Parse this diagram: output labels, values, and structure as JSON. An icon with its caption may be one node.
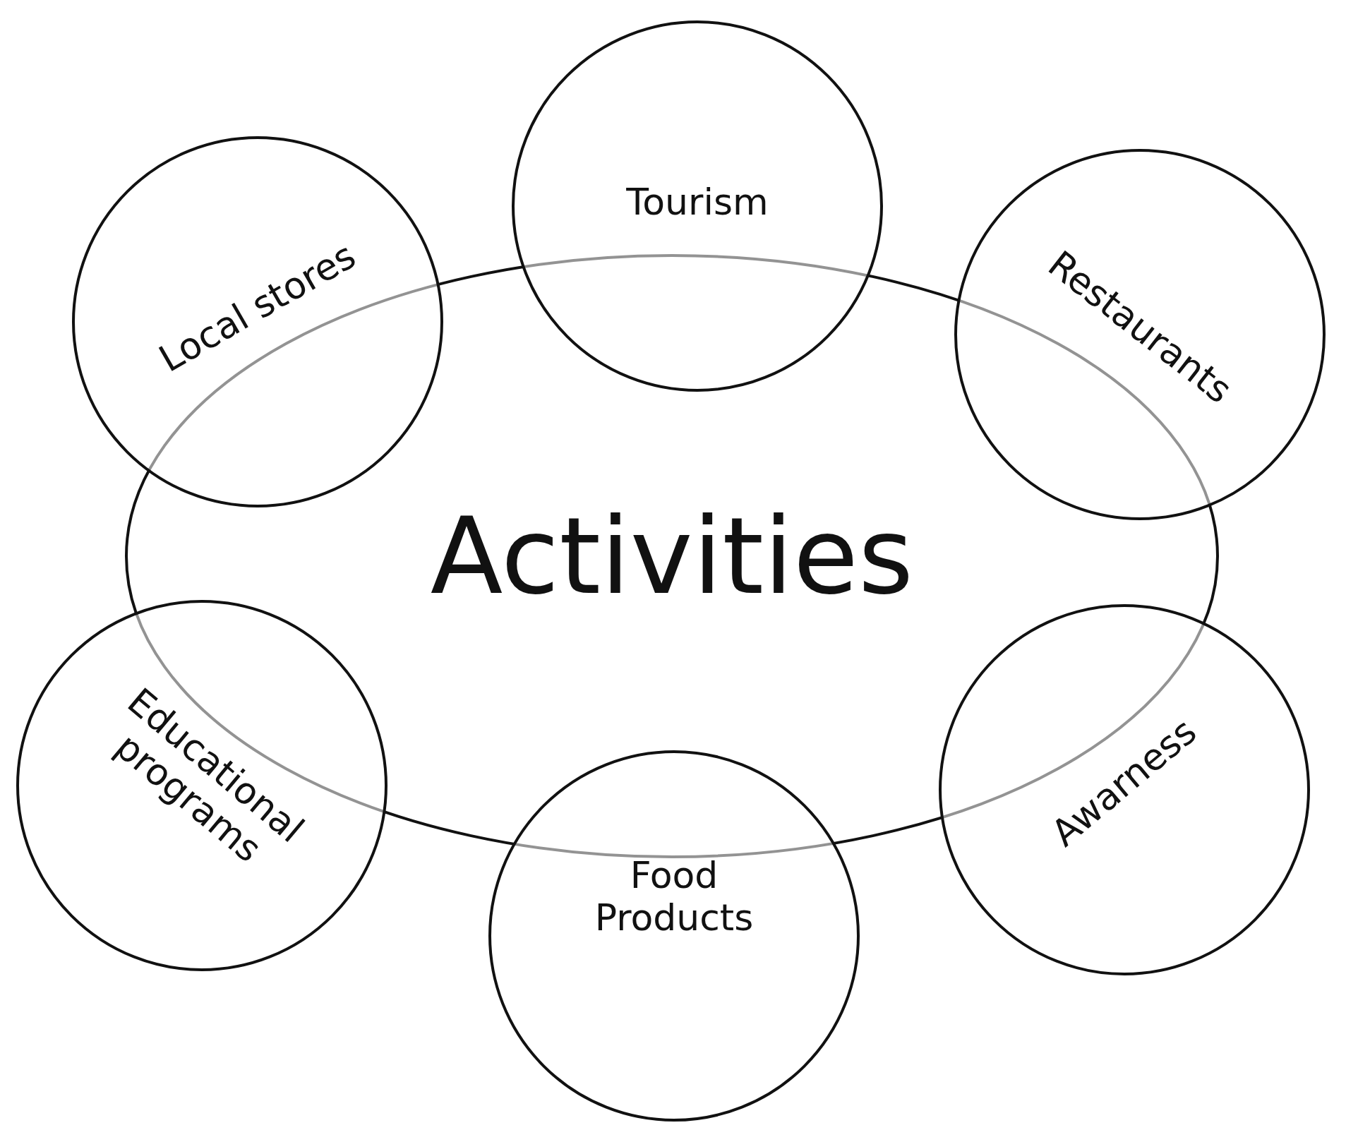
{
  "diagram": {
    "nodes": [
      {
        "text": [
          "Activities"
        ]
      },
      {
        "text": [
          "Tourism"
        ]
      },
      {
        "text": [
          "Local stores"
        ]
      },
      {
        "text": [
          "Restaurants"
        ]
      },
      {
        "text": [
          "Educational programs"
        ]
      },
      {
        "text": [
          "Awarness"
        ]
      },
      {
        "text": [
          "Food Products"
        ]
      }
    ]
  }
}
